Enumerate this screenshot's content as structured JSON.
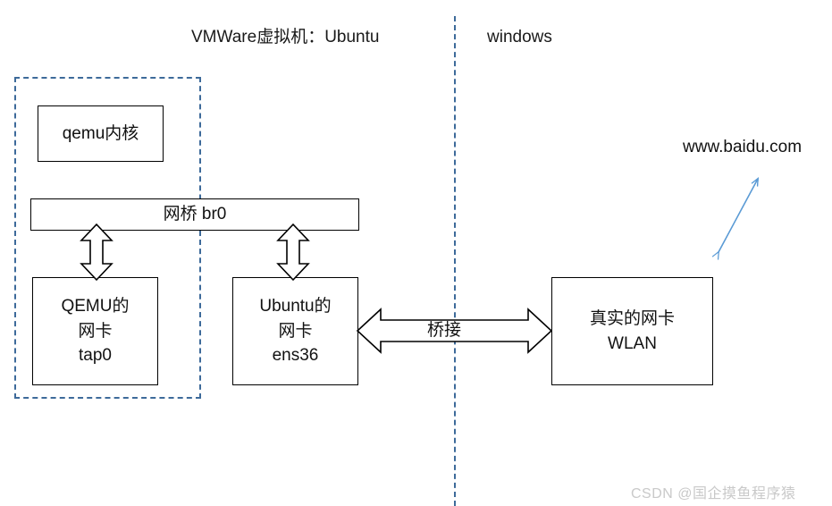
{
  "diagram": {
    "regions": {
      "left_label": "VMWare虚拟机：Ubuntu",
      "right_label": "windows"
    },
    "boundary": {
      "name": "vm-boundary",
      "style": "dashed",
      "color": "#3d6a9a"
    },
    "divider": {
      "name": "host-guest-divider",
      "style": "dashed",
      "color": "#3d6a9a"
    },
    "boxes": {
      "qemu_kernel": {
        "lines": [
          "qemu内核"
        ]
      },
      "bridge": {
        "lines": [
          "网桥 br0"
        ]
      },
      "qemu_nic": {
        "lines": [
          "QEMU的",
          "网卡",
          "tap0"
        ]
      },
      "ubuntu_nic": {
        "lines": [
          "Ubuntu的",
          "网卡",
          "ens36"
        ]
      },
      "real_nic": {
        "lines": [
          "真实的网卡",
          "WLAN"
        ]
      }
    },
    "connectors": {
      "bridge_to_qemu_nic": {
        "name": "vertical-double-arrow-left",
        "direction": "bidirectional-vertical"
      },
      "bridge_to_ubuntu_nic": {
        "name": "vertical-double-arrow-right",
        "direction": "bidirectional-vertical"
      },
      "ubuntu_nic_to_real_nic": {
        "name": "horizontal-double-arrow",
        "direction": "bidirectional-horizontal",
        "label": "桥接"
      },
      "internet_link": {
        "name": "internet-double-arrow",
        "direction": "bidirectional-diagonal",
        "color": "#5b9bd5"
      }
    },
    "internet": {
      "url": "www.baidu.com"
    },
    "watermark": {
      "text": "CSDN @国企摸鱼程序猿",
      "color": "#c9c9c9"
    }
  }
}
